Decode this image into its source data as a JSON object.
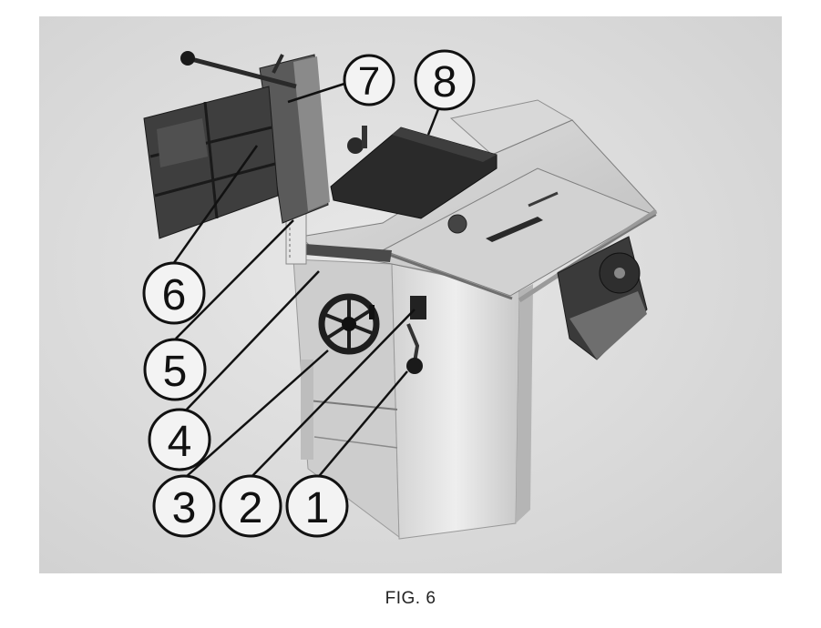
{
  "figure": {
    "caption": "FIG. 6",
    "callouts": [
      "1",
      "2",
      "3",
      "4",
      "5",
      "6",
      "7",
      "8"
    ]
  },
  "colors": {
    "paper": "#ffffff",
    "backdrop": "#dcdcdc",
    "machine_light": "#e6e6e6",
    "machine_dark": "#262626"
  }
}
